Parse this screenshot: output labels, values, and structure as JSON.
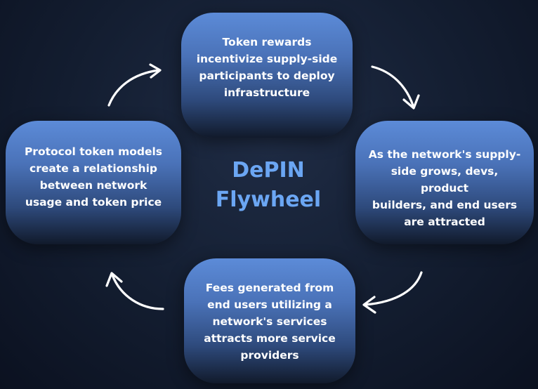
{
  "diagram": {
    "title": "DePIN\nFlywheel",
    "nodes": {
      "top": "Token rewards\nincentivize supply-side\nparticipants to deploy\ninfrastructure",
      "right": "As the network's supply-\nside grows, devs, product\nbuilders, and end users\nare attracted",
      "bottom": "Fees generated from\nend users utilizing a\nnetwork's services\nattracts more service\nproviders",
      "left": "Protocol token models\ncreate a relationship\nbetween network\nusage and token price"
    },
    "arrow_icon": "curved-clockwise-arrow-icon",
    "colors": {
      "background": "#131d30",
      "node_top": "#5c8bd8",
      "node_bottom": "#111a2b",
      "title": "#6ba6f3",
      "text": "#ffffff"
    }
  }
}
